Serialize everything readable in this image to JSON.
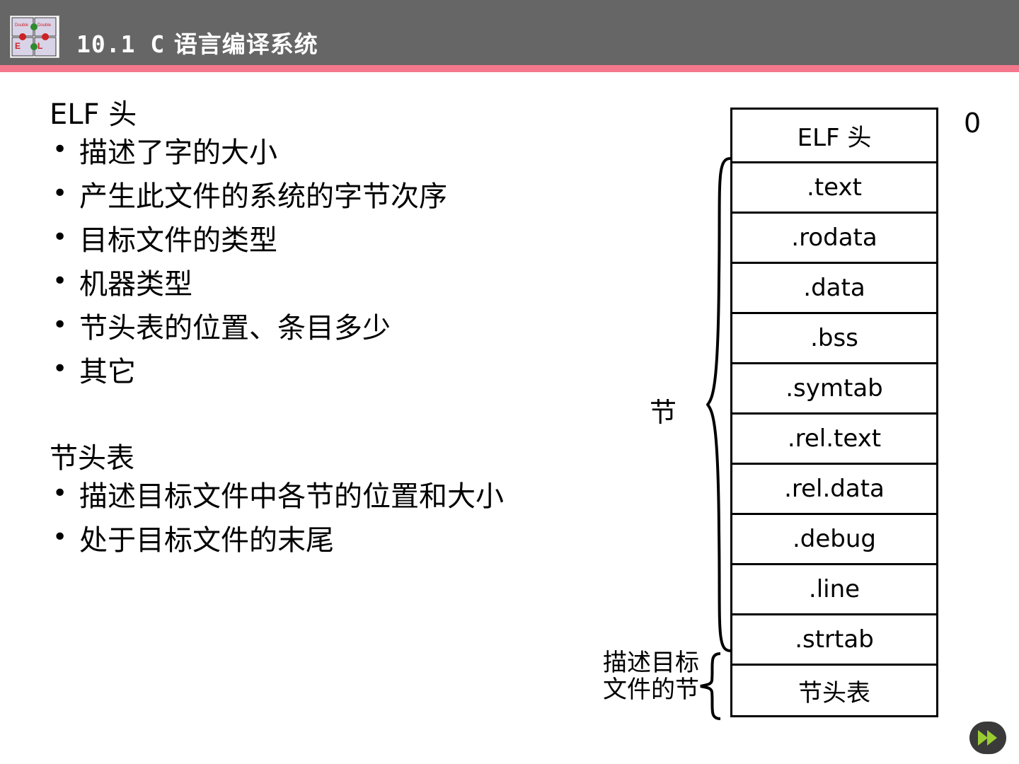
{
  "header": {
    "title_code": "10.1 C",
    "title_cjk": " 语言编译系统",
    "logo_name": "elf-puzzle-logo",
    "bar_color": "#666666",
    "accent_color": "#f4788c"
  },
  "left": {
    "section1_title": "ELF 头",
    "section1_bullets": [
      "描述了字的大小",
      "产生此文件的系统的字节次序",
      "目标文件的类型",
      "机器类型",
      "节头表的位置、条目多少",
      "其它"
    ],
    "section2_title": "节头表",
    "section2_bullets": [
      "描述目标文件中各节的位置和大小",
      "处于目标文件的末尾"
    ]
  },
  "diagram": {
    "zero_label": "0",
    "group_label": "节",
    "desc_label_line1": "描述目标",
    "desc_label_line2": "文件的节",
    "segments": [
      "ELF 头",
      ".text",
      ".rodata",
      ".data",
      ".bss",
      ".symtab",
      ".rel.text",
      ".rel.data",
      ".debug",
      ".line",
      ".strtab",
      "节头表"
    ]
  },
  "nav": {
    "next_icon": "next-arrow-icon"
  }
}
